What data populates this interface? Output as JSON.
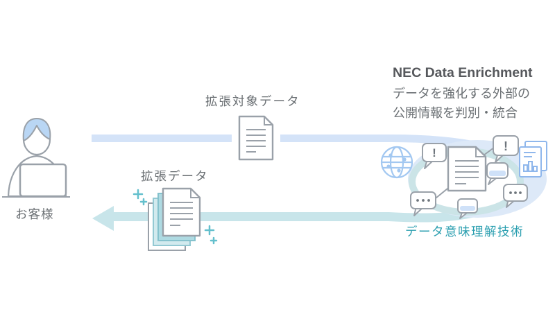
{
  "diagram": {
    "labels": {
      "customer": "お客様",
      "input_data": "拡張対象データ",
      "output_data": "拡張データ",
      "technology": "データ意味理解技術"
    },
    "heading": {
      "title": "NEC Data Enrichment",
      "description_line1": "データを強化する外部の",
      "description_line2": "公開情報を判別・統合"
    },
    "bubbles": {
      "alert_glyph": "!"
    },
    "icons": {
      "customer": "person-at-laptop",
      "input_document": "document",
      "output_documents": "stacked-documents",
      "sparkles": "plus-sparkles",
      "globe": "globe",
      "center_document": "document",
      "alert_bubble": "speech-bubble-exclamation",
      "ellipsis_bubble": "speech-bubble-dots",
      "chat_bubble": "speech-bubble",
      "report_document": "document-with-bar-chart"
    },
    "colors": {
      "input_arrow_blue": "#d4e3f8",
      "output_arrow_teal": "#c8e5ea",
      "icon_blue": "#9ec4f0",
      "outline_gray": "#9aa1a9",
      "accent_teal": "#2b9fb0",
      "sparkle_teal": "#64c0cd",
      "ellipse_fill": "#dde9f8",
      "ring_teal": "#cbe4e7"
    }
  }
}
